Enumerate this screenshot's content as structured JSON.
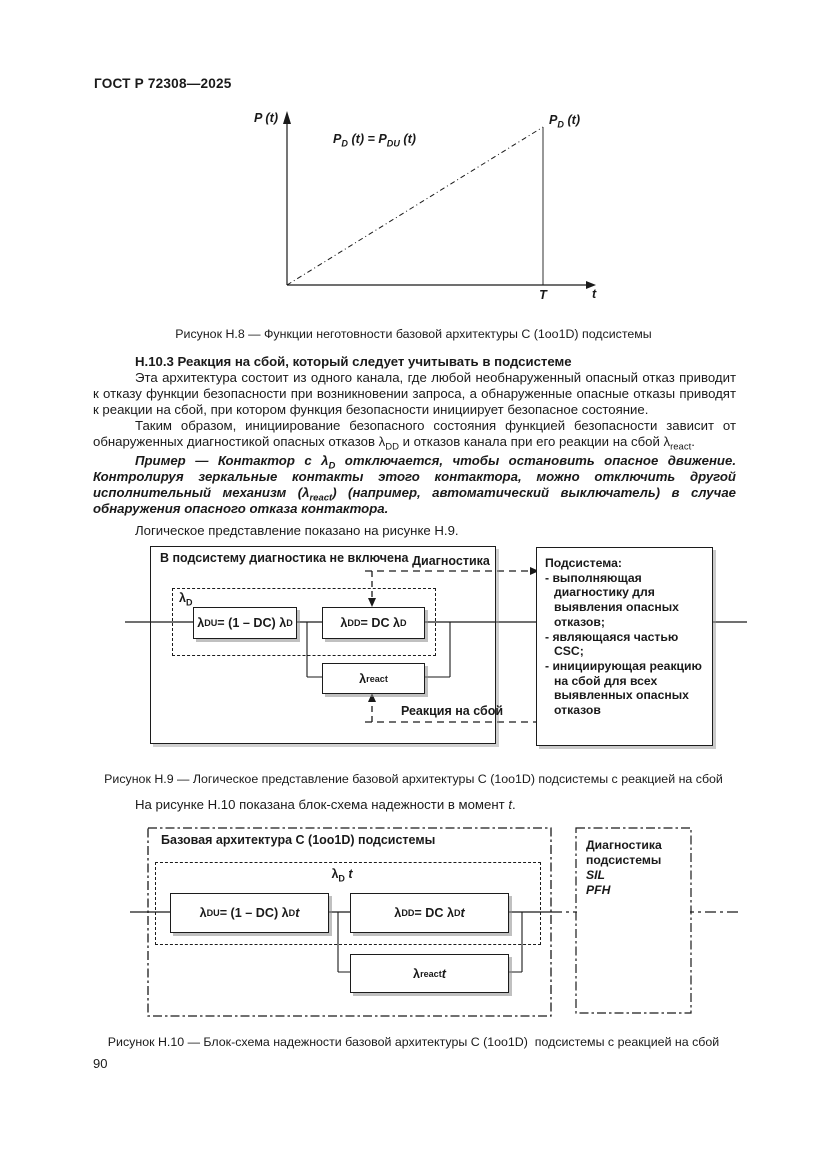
{
  "page": {
    "header": "ГОСТ Р 72308—2025",
    "page_number": "90"
  },
  "chart_data": {
    "type": "line",
    "title": "",
    "xlabel": "t",
    "ylabel": "P (t)",
    "x_ticks": [
      "T"
    ],
    "grid": false,
    "series": [
      {
        "name": "PD(t) = PDU(t)",
        "style": "dash-dot",
        "points_qualitative": [
          [
            "0",
            "0"
          ],
          [
            "T",
            "PD(T) max"
          ]
        ]
      }
    ]
  },
  "fig_h8": {
    "p_axis_label": "P (t)",
    "equation": [
      {
        "t": "P"
      },
      {
        "sub": "D"
      },
      {
        "t": " (t) = P"
      },
      {
        "sub": "DU"
      },
      {
        "t": " (t)"
      }
    ],
    "peak_label": [
      {
        "t": "P"
      },
      {
        "sub": "D"
      },
      {
        "t": " (t)"
      }
    ],
    "tick_T": "T",
    "t_axis_label": "t",
    "caption": "Рисунок Н.8 — Функции неготовности базовой архитектуры C (1oo1D) подсистемы"
  },
  "section": {
    "heading": "Н.10.3 Реакция на сбой, который следует учитывать в подсистеме",
    "para1": "Эта архитектура состоит из одного канала, где любой необнаруженный опасный отказ приводит к отказу функции безопасности при возникновении запроса, а обнаруженные опасные отказы приводят к реакции на сбой, при котором функция безопасности инициирует безопасное состояние.",
    "para2": [
      {
        "t": "Таким образом, инициирование безопасного состояния функцией безопасности зависит от обнаруженных диагностикой опасных отказов λ"
      },
      {
        "sub": "DD"
      },
      {
        "t": " и отказов канала при его реакции на сбой λ"
      },
      {
        "sub": "react"
      },
      {
        "t": "."
      }
    ],
    "example": [
      {
        "t": "Пример — Контактор с λ"
      },
      {
        "sub": "D"
      },
      {
        "t": " отключается, чтобы остановить опасное движение. Контролируя зеркальные контакты этого контактора, можно отключить другой исполнительный механизм (λ"
      },
      {
        "sub": "react"
      },
      {
        "t": ") (например, автоматический выключатель) в случае обнаружения опасного отказа контактора."
      }
    ],
    "logic_sentence": "Логическое представление показано на рисунке Н.9."
  },
  "fig_h9": {
    "outer_label": "В подсистему диагностика не включена",
    "lambda_d_label": [
      {
        "t": "λ"
      },
      {
        "sub": "D"
      }
    ],
    "box_du": [
      {
        "t": "λ"
      },
      {
        "sub": "DU"
      },
      {
        "t": " = (1 – DC) λ"
      },
      {
        "sub": "D"
      }
    ],
    "box_dd": [
      {
        "t": "λ"
      },
      {
        "sub": "DD"
      },
      {
        "t": " = DC λ"
      },
      {
        "sub": "D"
      }
    ],
    "box_react": [
      {
        "t": "λ"
      },
      {
        "sub": "react"
      }
    ],
    "diagnostics_label": "Диагностика",
    "reaction_label": "Реакция на сбой",
    "subsystem": {
      "title": "Подсистема:",
      "items": [
        "- выполняющая диагностику для выявления опасных отказов;",
        "- являющаяся частью CSC;",
        "- инициирующая реакцию на сбой для всех выявленных опасных отказов"
      ]
    },
    "caption": "Рисунок Н.9 — Логическое представление базовой архитектуры C (1oo1D) подсистемы с реакцией на сбой"
  },
  "transition": {
    "text": [
      {
        "t": "На рисунке Н.10 показана блок-схема надежности в момент "
      },
      {
        "i": "t"
      },
      {
        "t": "."
      }
    ]
  },
  "fig_h10": {
    "outer_label": "Базовая архитектура C (1oo1D) подсистемы",
    "lambda_dt_label": [
      {
        "t": "λ"
      },
      {
        "sub": "D"
      },
      {
        "i": " t"
      }
    ],
    "box_du": [
      {
        "t": "λ"
      },
      {
        "sub": "DU"
      },
      {
        "t": " = (1 – DC) λ"
      },
      {
        "sub": "D"
      },
      {
        "i": " t"
      }
    ],
    "box_dd": [
      {
        "t": "λ"
      },
      {
        "sub": "DD"
      },
      {
        "t": " = DC λ"
      },
      {
        "sub": "D"
      },
      {
        "i": " t"
      }
    ],
    "box_react": [
      {
        "t": "λ"
      },
      {
        "sub": "react"
      },
      {
        "i": " t"
      }
    ],
    "right_box": {
      "lines": [
        "Диагностика",
        "подсистемы"
      ],
      "italic_lines": [
        "SIL",
        "PFH"
      ]
    },
    "caption": "Рисунок Н.10 — Блок-схема надежности базовой архитектуры C (1oo1D)  подсистемы с реакцией на сбой"
  }
}
